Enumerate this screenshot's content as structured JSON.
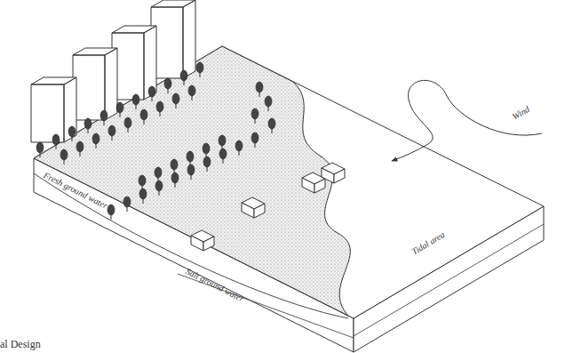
{
  "diagram": {
    "labels": [
      "Fresh ground water",
      "Salt ground water",
      "Tidal area",
      "Wind",
      "al Design"
    ]
  }
}
